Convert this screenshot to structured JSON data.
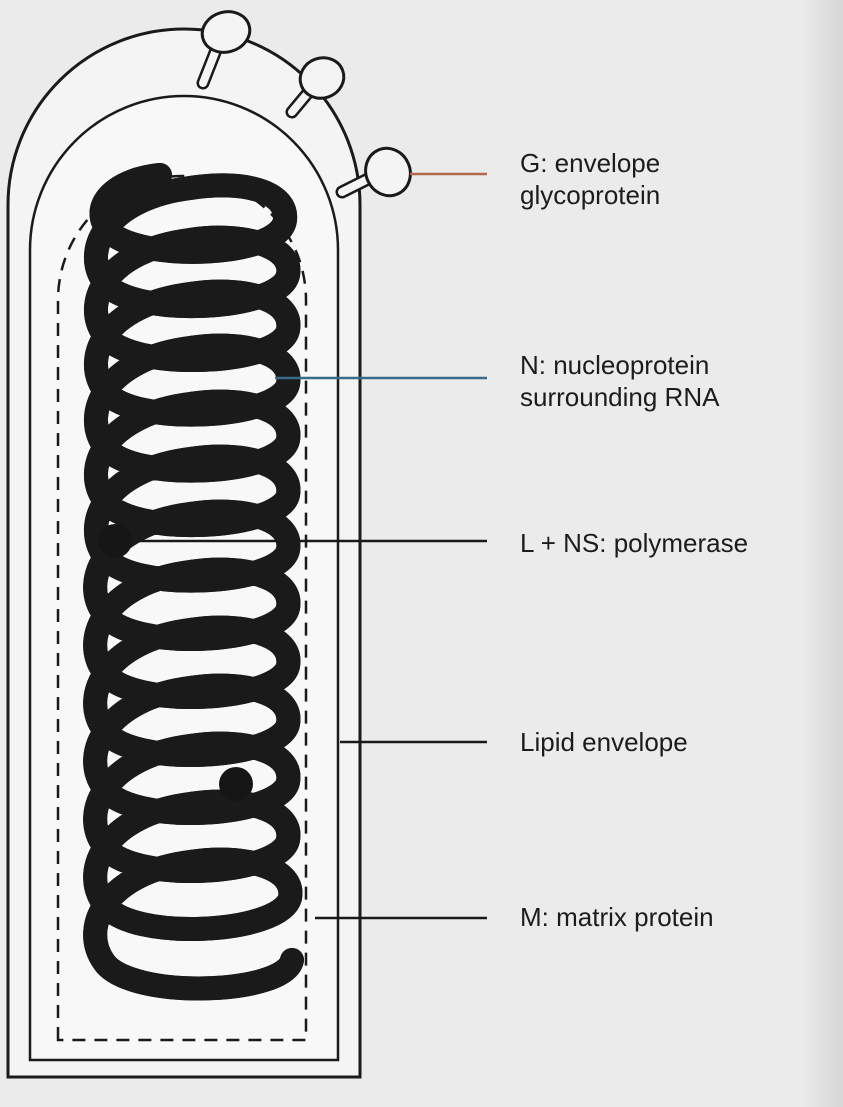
{
  "diagram": {
    "labels": {
      "glycoprotein": "G: envelope\nglycoprotein",
      "nucleoprotein": "N: nucleoprotein\nsurrounding RNA",
      "polymerase": "L + NS: polymerase",
      "lipid_envelope": "Lipid envelope",
      "matrix_protein": "M: matrix protein"
    },
    "colors": {
      "line": "#1a1a1a",
      "glycoprotein_leader": "#b0694a",
      "nucleoprotein_leader": "#3a6a8a",
      "background": "#ebebeb"
    }
  }
}
